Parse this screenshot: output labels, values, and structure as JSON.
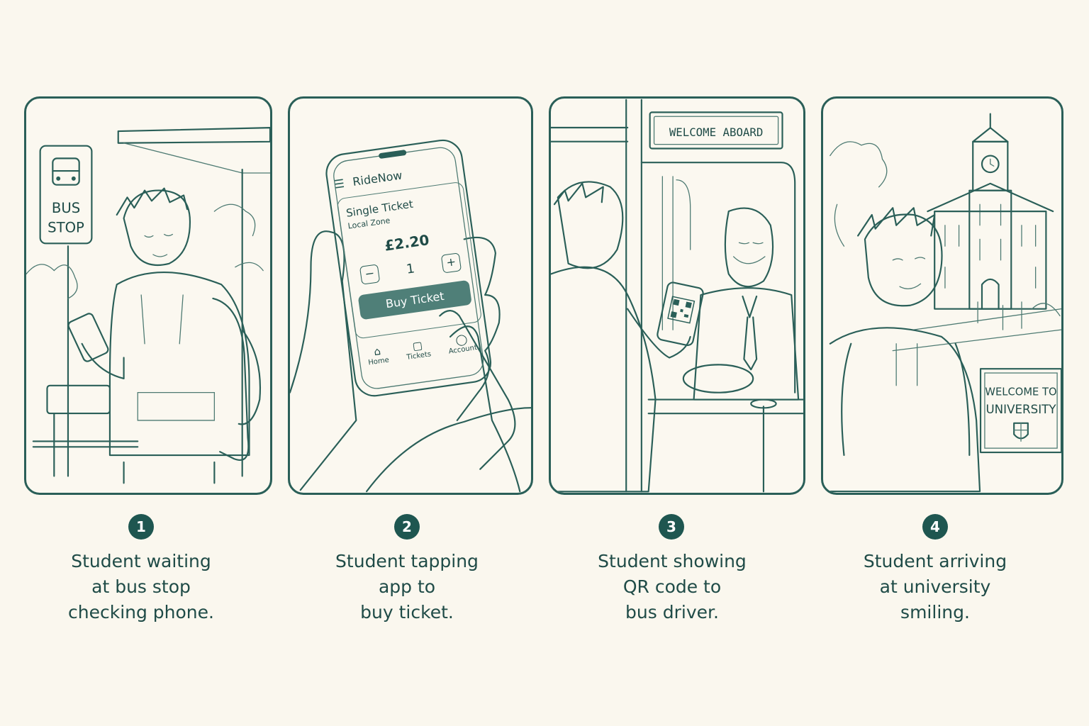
{
  "steps": [
    {
      "number": "1",
      "caption": [
        "Student waiting",
        "at bus stop",
        "checking phone."
      ]
    },
    {
      "number": "2",
      "caption": [
        "Student tapping",
        "app to",
        "buy ticket."
      ]
    },
    {
      "number": "3",
      "caption": [
        "Student showing",
        "QR code to",
        "bus driver."
      ]
    },
    {
      "number": "4",
      "caption": [
        "Student arriving",
        "at university",
        "smiling."
      ]
    }
  ],
  "panel1": {
    "sign_line1": "BUS",
    "sign_line2": "STOP"
  },
  "app": {
    "name": "RideNow",
    "ticket_title": "Single Ticket",
    "ticket_zone": "Local Zone",
    "price": "£2.20",
    "quantity": "1",
    "minus": "−",
    "plus": "+",
    "buy_label": "Buy Ticket",
    "nav": [
      "Home",
      "Tickets",
      "Account"
    ]
  },
  "panel3": {
    "sign": "WELCOME ABOARD"
  },
  "panel4": {
    "sign_line1": "WELCOME TO",
    "sign_line2": "UNIVERSITY"
  },
  "colors": {
    "ink": "#2a5f58",
    "badge": "#1e5650",
    "background": "#faf7ee",
    "button": "#4f7f78"
  }
}
